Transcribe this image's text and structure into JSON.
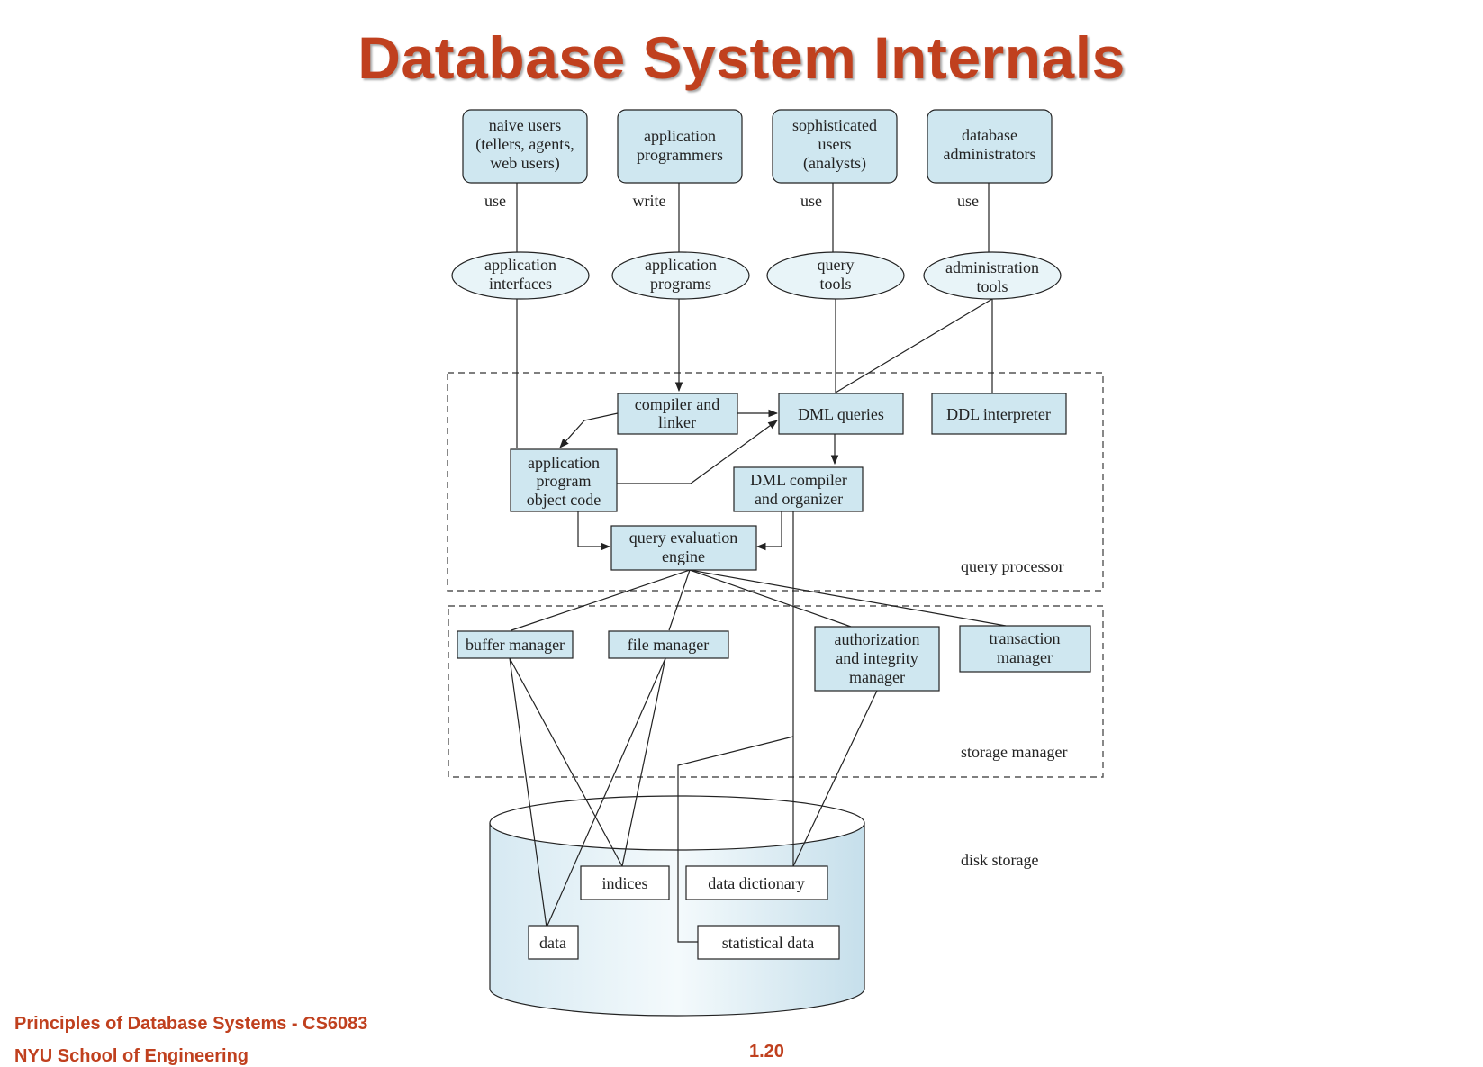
{
  "title": "Database System Internals",
  "footer": {
    "course": "Principles of Database Systems - CS6083",
    "school": "NYU School of Engineering",
    "slide_number": "1.20"
  },
  "users": [
    {
      "id": "naive",
      "lines": [
        "naive users",
        "(tellers, agents,",
        "web users)"
      ],
      "action": "use"
    },
    {
      "id": "programmers",
      "lines": [
        "application",
        "programmers"
      ],
      "action": "write"
    },
    {
      "id": "sophisticated",
      "lines": [
        "sophisticated",
        "users",
        "(analysts)"
      ],
      "action": "use"
    },
    {
      "id": "dba",
      "lines": [
        "database",
        "administrators"
      ],
      "action": "use"
    }
  ],
  "tools": [
    {
      "id": "app-interfaces",
      "lines": [
        "application",
        "interfaces"
      ]
    },
    {
      "id": "app-programs",
      "lines": [
        "application",
        "programs"
      ]
    },
    {
      "id": "query-tools",
      "lines": [
        "query",
        "tools"
      ]
    },
    {
      "id": "admin-tools",
      "lines": [
        "administration",
        "tools"
      ]
    }
  ],
  "query_processor": {
    "label": "query processor",
    "components": [
      {
        "id": "compiler-linker",
        "lines": [
          "compiler and",
          "linker"
        ]
      },
      {
        "id": "dml-queries",
        "lines": [
          "DML queries"
        ]
      },
      {
        "id": "ddl-interpreter",
        "lines": [
          "DDL interpreter"
        ]
      },
      {
        "id": "app-object-code",
        "lines": [
          "application",
          "program",
          "object code"
        ]
      },
      {
        "id": "dml-compiler",
        "lines": [
          "DML compiler",
          "and organizer"
        ]
      },
      {
        "id": "query-eval-engine",
        "lines": [
          "query evaluation",
          "engine"
        ]
      }
    ]
  },
  "storage_manager": {
    "label": "storage manager",
    "components": [
      {
        "id": "buffer-manager",
        "lines": [
          "buffer manager"
        ]
      },
      {
        "id": "file-manager",
        "lines": [
          "file manager"
        ]
      },
      {
        "id": "auth-integrity-manager",
        "lines": [
          "authorization",
          "and integrity",
          "manager"
        ]
      },
      {
        "id": "transaction-manager",
        "lines": [
          "transaction",
          "manager"
        ]
      }
    ]
  },
  "disk_storage": {
    "label": "disk storage",
    "items": [
      {
        "id": "indices",
        "lines": [
          "indices"
        ]
      },
      {
        "id": "data-dictionary",
        "lines": [
          "data dictionary"
        ]
      },
      {
        "id": "data",
        "lines": [
          "data"
        ]
      },
      {
        "id": "statistical-data",
        "lines": [
          "statistical data"
        ]
      }
    ]
  },
  "colors": {
    "title": "#c0401e",
    "node_fill": "#cfe7f0",
    "ellipse_fill": "#e8f4f8",
    "disk_fill": "#dcedf4"
  }
}
